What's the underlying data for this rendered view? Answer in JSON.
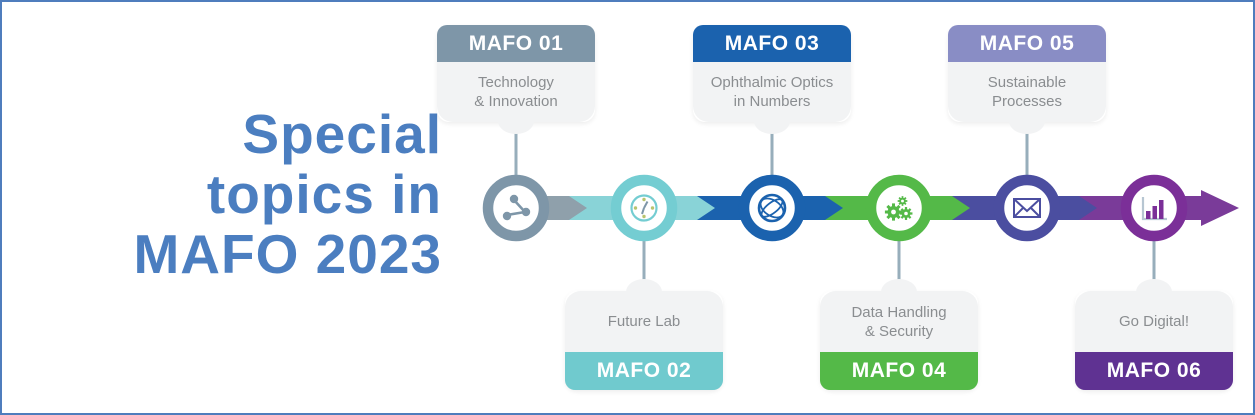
{
  "page": {
    "background_color": "#ffffff",
    "border_color": "#4f7dbd"
  },
  "title": {
    "lines": [
      "Special",
      "topics in",
      "MAFO 2023"
    ],
    "color": "#4b7ec0"
  },
  "timeline": {
    "direction": "left-to-right-arrow",
    "items": [
      {
        "label": "MAFO 01",
        "topic_lines": [
          "Technology",
          "& Innovation"
        ],
        "card_position": "top",
        "icon": "share-icon",
        "header_color": "#7e96a8",
        "ring_color": "#7e96a8",
        "segment_color": "#8fa0ab"
      },
      {
        "label": "MAFO 02",
        "topic_lines": [
          "Future Lab",
          ""
        ],
        "card_position": "bottom",
        "icon": "clock-icon",
        "header_color": "#70cace",
        "ring_color": "#74cdd2",
        "segment_color": "#89d3d7"
      },
      {
        "label": "MAFO 03",
        "topic_lines": [
          "Ophthalmic Optics",
          "in Numbers"
        ],
        "card_position": "top",
        "icon": "globe-icon",
        "header_color": "#1b62ae",
        "ring_color": "#1b62ae",
        "segment_color": "#1b62ae"
      },
      {
        "label": "MAFO 04",
        "topic_lines": [
          "Data Handling",
          "& Security"
        ],
        "card_position": "bottom",
        "icon": "gears-icon",
        "header_color": "#54b948",
        "ring_color": "#54b948",
        "segment_color": "#54b948"
      },
      {
        "label": "MAFO 05",
        "topic_lines": [
          "Sustainable",
          "Processes"
        ],
        "card_position": "top",
        "icon": "envelope-icon",
        "header_color": "#898dc5",
        "ring_color": "#4b4ea0",
        "segment_color": "#4b4ea0"
      },
      {
        "label": "MAFO 06",
        "topic_lines": [
          "Go Digital!",
          ""
        ],
        "card_position": "bottom",
        "icon": "bar-chart-icon",
        "header_color": "#5f3292",
        "ring_color": "#7b2f98",
        "segment_color": "#7a3b99"
      }
    ]
  }
}
